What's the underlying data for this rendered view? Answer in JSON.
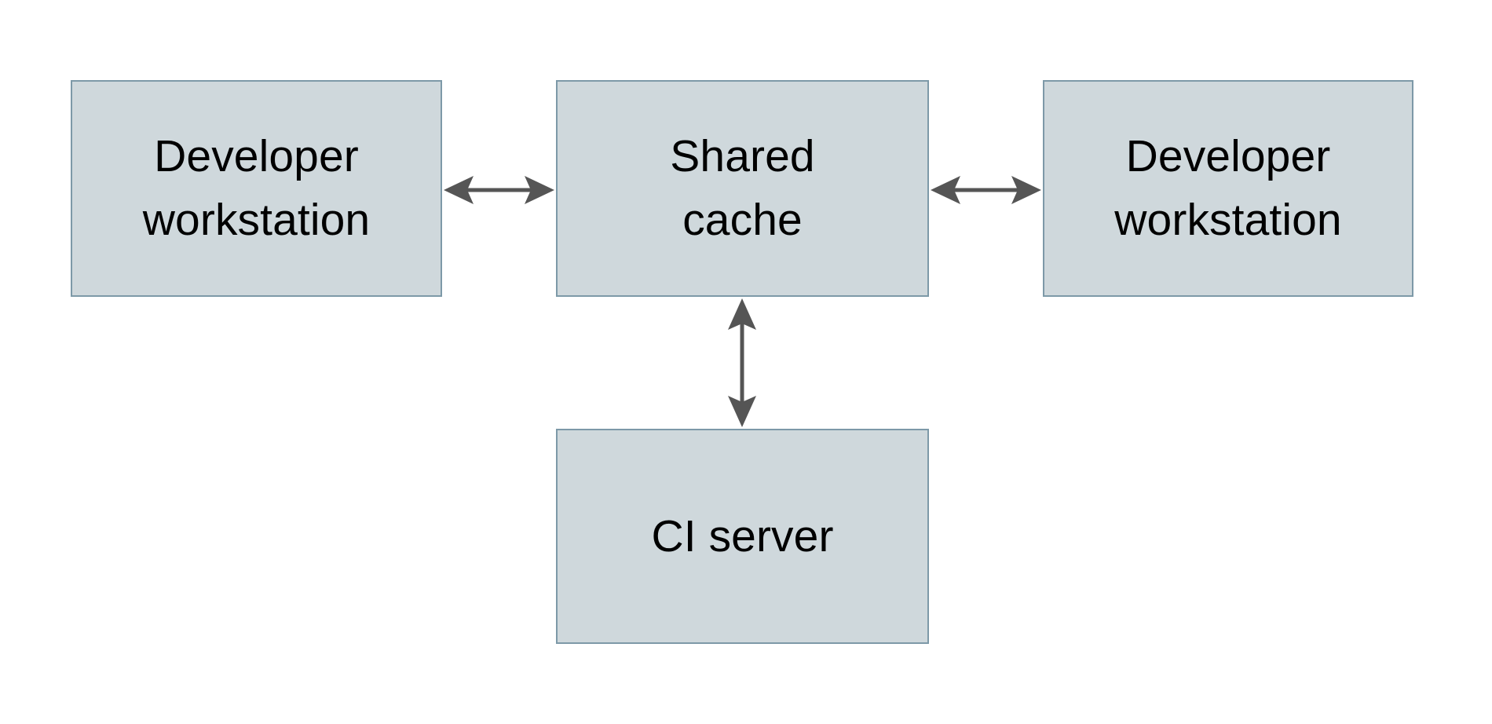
{
  "diagram": {
    "type": "block-diagram",
    "background_color": "#FFFFFF",
    "node_fill_color": "#CFD8DC",
    "node_border_color": "#7D99A8",
    "text_color": "#000000",
    "arrow_color": "#555555",
    "nodes": [
      {
        "id": "dev-left",
        "label": "Developer\nworkstation",
        "shape": "rectangle"
      },
      {
        "id": "shared",
        "label": "Shared\ncache",
        "shape": "rectangle"
      },
      {
        "id": "dev-right",
        "label": "Developer\nworkstation",
        "shape": "rectangle"
      },
      {
        "id": "ci",
        "label": "CI server",
        "shape": "rectangle"
      }
    ],
    "edges": [
      {
        "id": "edge-left-shared",
        "from": "dev-left",
        "to": "shared",
        "direction": "bidirectional",
        "orientation": "horizontal",
        "label": ""
      },
      {
        "id": "edge-shared-right",
        "from": "shared",
        "to": "dev-right",
        "direction": "bidirectional",
        "orientation": "horizontal",
        "label": ""
      },
      {
        "id": "edge-shared-ci",
        "from": "shared",
        "to": "ci",
        "direction": "bidirectional",
        "orientation": "vertical",
        "label": ""
      }
    ]
  }
}
